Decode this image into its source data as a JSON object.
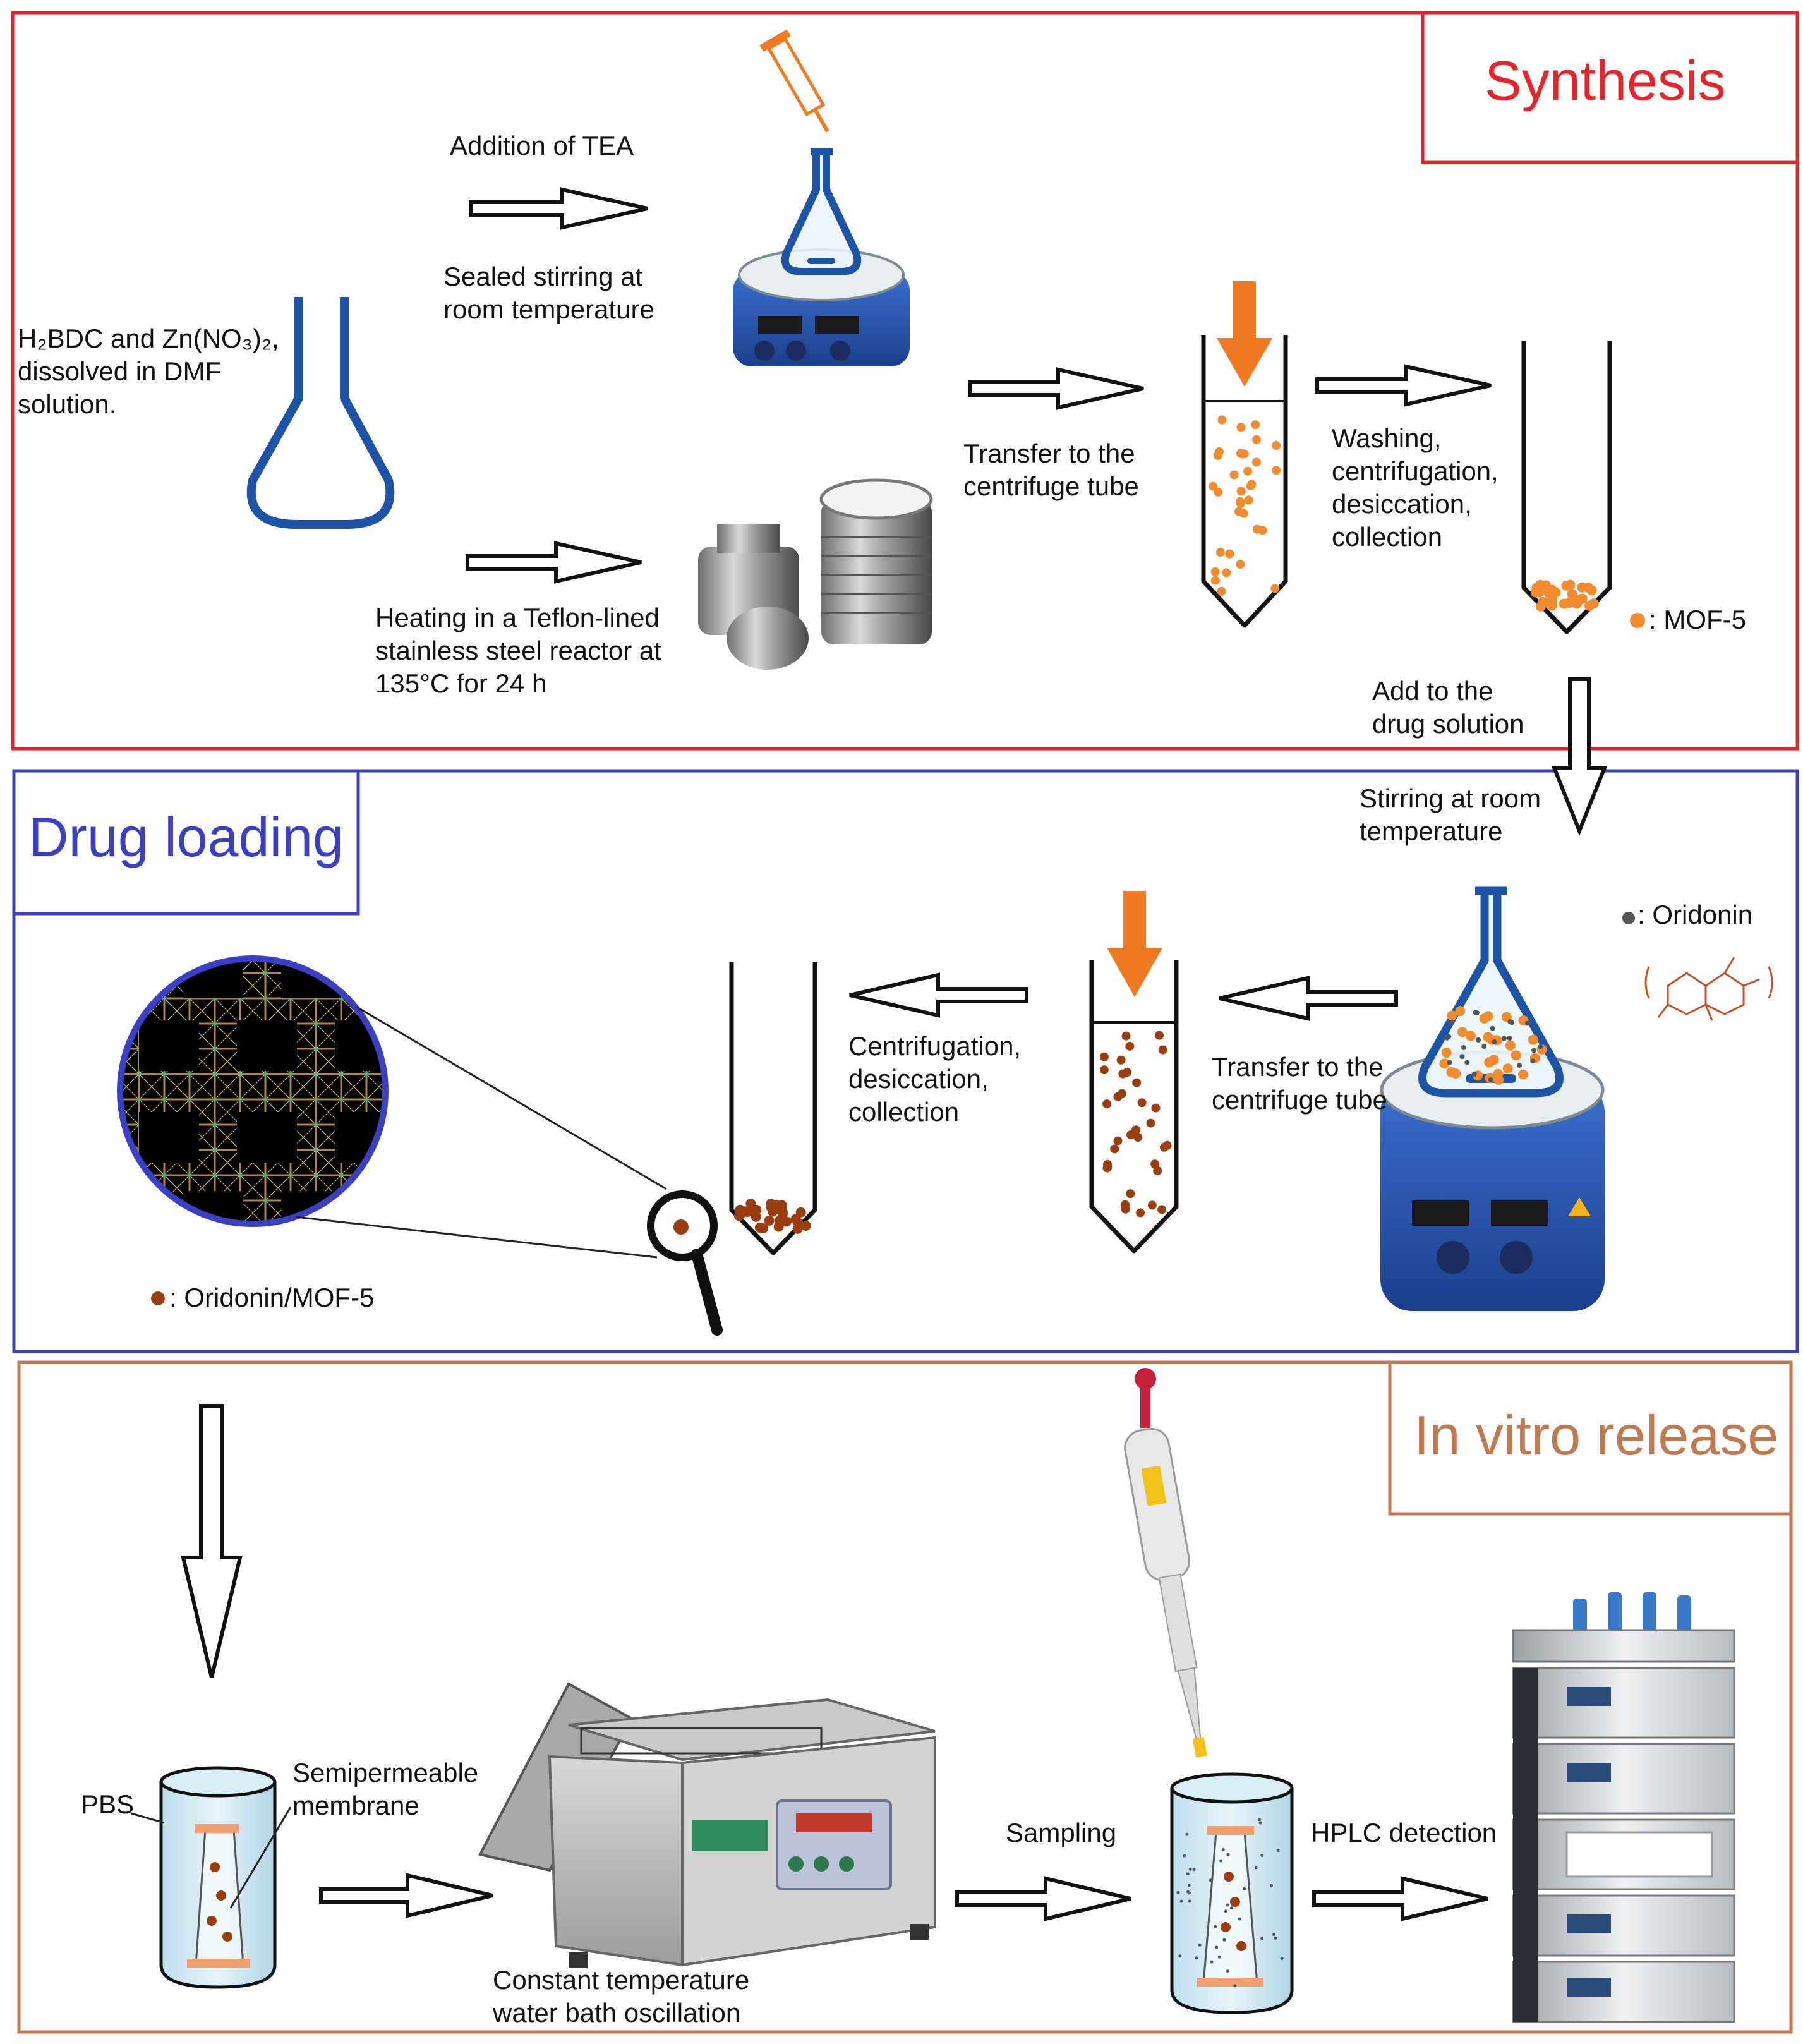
{
  "sections": {
    "synthesis": {
      "title": "Synthesis",
      "color": "#e8232a"
    },
    "drug_loading": {
      "title": "Drug loading",
      "color": "#3a3fc4"
    },
    "release": {
      "title": "In vitro release",
      "color": "#c07a52"
    }
  },
  "labels": {
    "precursor": "H₂BDC and Zn(NO₃)₂,\ndissolved in DMF\nsolution.",
    "add_tea": "Addition of TEA",
    "sealed_stirring": "Sealed stirring at\nroom temperature",
    "heating": "Heating in a Teflon-lined\nstainless steel reactor at\n135°C for 24 h",
    "transfer_1": "Transfer to the\ncentrifuge tube",
    "washing": "Washing,\ncentrifugation,\ndesiccation,\ncollection",
    "add_drug": "Add to the\ndrug solution",
    "stirring_room": "Stirring at room\ntemperature",
    "transfer_2": "Transfer to the\ncentrifuge tube",
    "centrifugation": "Centrifugation,\ndesiccation,\ncollection",
    "pbs": "PBS",
    "membrane": "Semipermeable\nmembrane",
    "water_bath": "Constant temperature\nwater bath oscillation",
    "sampling": "Sampling",
    "hplc": "HPLC detection"
  },
  "legend": {
    "mof": ": MOF-5",
    "oridonin": ": Oridonin",
    "oridonin_mof": ": Oridonin/MOF-5"
  },
  "colors": {
    "mof_dot": "#f28a2e",
    "oridonin_dot": "#555555",
    "loaded_dot": "#9a3d10",
    "flask_blue": "#1d54a8",
    "orange_arrow": "#f07a22"
  },
  "icons": {
    "flask": "erlenmeyer-flask-icon",
    "stirrer": "magnetic-stirrer-icon",
    "reactor": "steel-reactor-icon",
    "tube": "centrifuge-tube-icon",
    "magnifier": "magnifier-icon",
    "water_bath": "water-bath-shaker-icon",
    "pipette": "pipette-icon",
    "hplc": "hplc-instrument-icon"
  }
}
